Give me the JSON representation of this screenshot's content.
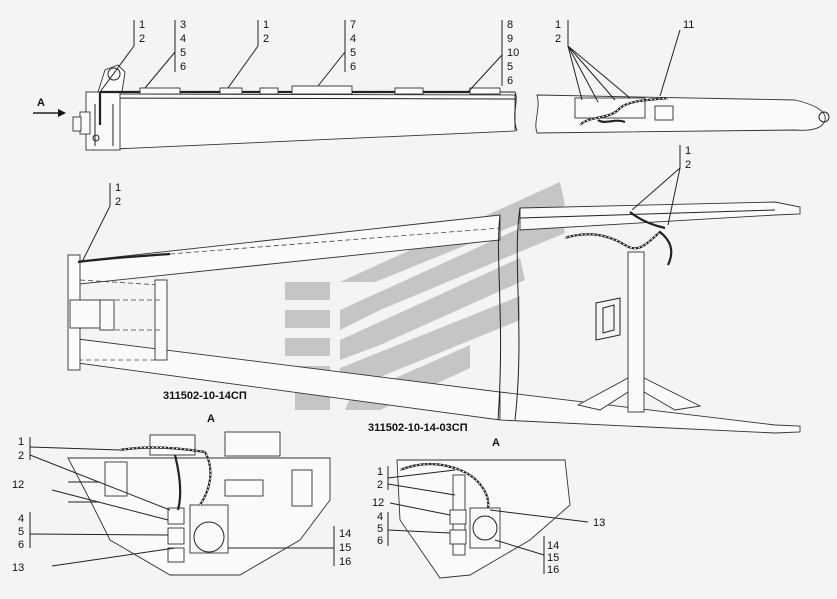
{
  "view_labels": {
    "a_arrow": "A",
    "a_view_1": "A",
    "a_view_2": "A"
  },
  "drawing_codes": {
    "code_1": "311502-10-14СП",
    "code_2": "311502-10-14-03СП"
  },
  "callouts": {
    "top_g1": [
      "1",
      "2"
    ],
    "top_g2": [
      "3",
      "4",
      "5",
      "6"
    ],
    "top_g3": [
      "1",
      "2"
    ],
    "top_g4": [
      "7",
      "4",
      "5",
      "6"
    ],
    "top_g5": [
      "8",
      "9",
      "10",
      "5",
      "6"
    ],
    "top_g6": [
      "1",
      "2"
    ],
    "top_11": "11",
    "mid_right": [
      "1",
      "2"
    ],
    "mid_left": [
      "1",
      "2"
    ],
    "bl_top": [
      "1",
      "2"
    ],
    "bl_12": "12",
    "bl_mid": [
      "4",
      "5",
      "6"
    ],
    "bl_13": "13",
    "bl_right": [
      "14",
      "15",
      "16"
    ],
    "br_top": [
      "1",
      "2"
    ],
    "br_12": "12",
    "br_mid": [
      "4",
      "5",
      "6"
    ],
    "br_13": "13",
    "br_right": [
      "14",
      "15",
      "16"
    ]
  },
  "colors": {
    "watermark": "#b8b8b8",
    "line": "#222222"
  }
}
